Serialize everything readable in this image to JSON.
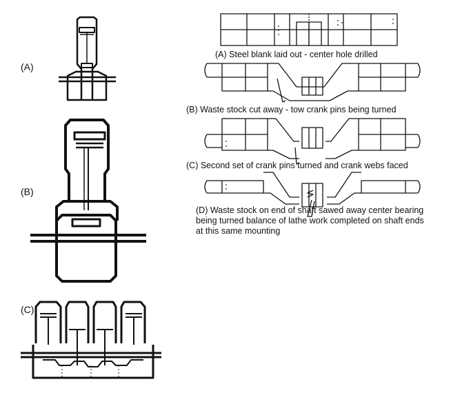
{
  "figure_labels": {
    "a": "(A)",
    "b": "(B)",
    "c": "(C)"
  },
  "captions": {
    "a": "(A) Steel blank laid out - center hole drilled",
    "b": "(B) Waste stock cut away - tow crank pins being turned",
    "c": "(C) Second set of crank pins turned and crank webs faced",
    "d": [
      "(D) Waste stock on end of shaft sawed away center bearing",
      "being turned balance of lathe work completed on shaft ends",
      "at this same mounting"
    ]
  },
  "colors": {
    "ink": "#111111",
    "paper": "#ffffff"
  }
}
